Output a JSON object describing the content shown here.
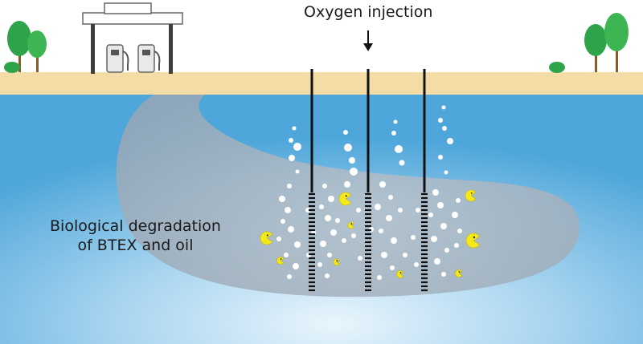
{
  "labels": {
    "injection": "Oxygen injection",
    "degradation_line1": "Biological degradation",
    "degradation_line2": "of BTEX and oil"
  },
  "colors": {
    "ground": "#f3dca5",
    "water_light": "#e6f3fb",
    "water_dark": "#4ba5d9",
    "plume": "#9aa9b7",
    "tree": "#2ea44a",
    "trunk": "#8a5a2b",
    "pipe": "#111111",
    "bubble": "#ffffff",
    "microbe": "#f3e91b"
  },
  "icons": {
    "station": "gas-station-icon",
    "pump": "fuel-pump-icon",
    "tree": "tree-icon",
    "arrow": "arrow-down-icon",
    "microbe": "pacman-microbe-icon"
  }
}
